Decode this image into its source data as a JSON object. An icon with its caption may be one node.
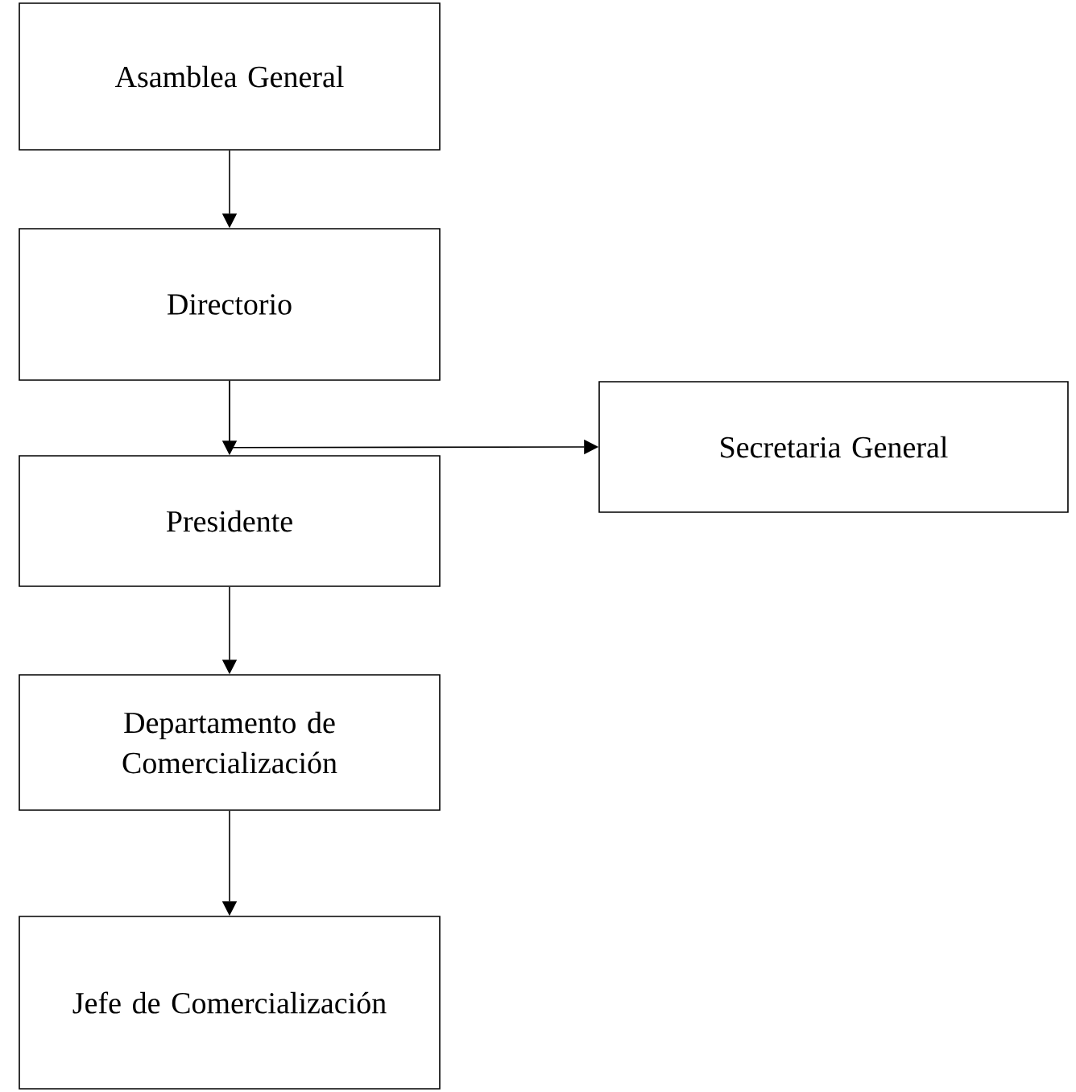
{
  "diagram": {
    "nodes": [
      {
        "text": [
          "Asamblea General"
        ]
      },
      {
        "text": [
          "Directorio"
        ]
      },
      {
        "text": [
          "Secretaria General"
        ]
      },
      {
        "text": [
          "Presidente"
        ]
      },
      {
        "text": [
          "Departamento de Comercialización"
        ]
      },
      {
        "text": [
          "Jefe de Comercialización"
        ]
      }
    ],
    "edges": [
      {
        "from": 0,
        "to": 1,
        "arrow": "to"
      },
      {
        "from": 1,
        "to": 3,
        "arrow": "to"
      },
      {
        "from": 1,
        "to": 2,
        "arrow": "to"
      },
      {
        "from": 3,
        "to": 4,
        "arrow": "to"
      },
      {
        "from": 4,
        "to": 5,
        "arrow": "to"
      }
    ]
  }
}
